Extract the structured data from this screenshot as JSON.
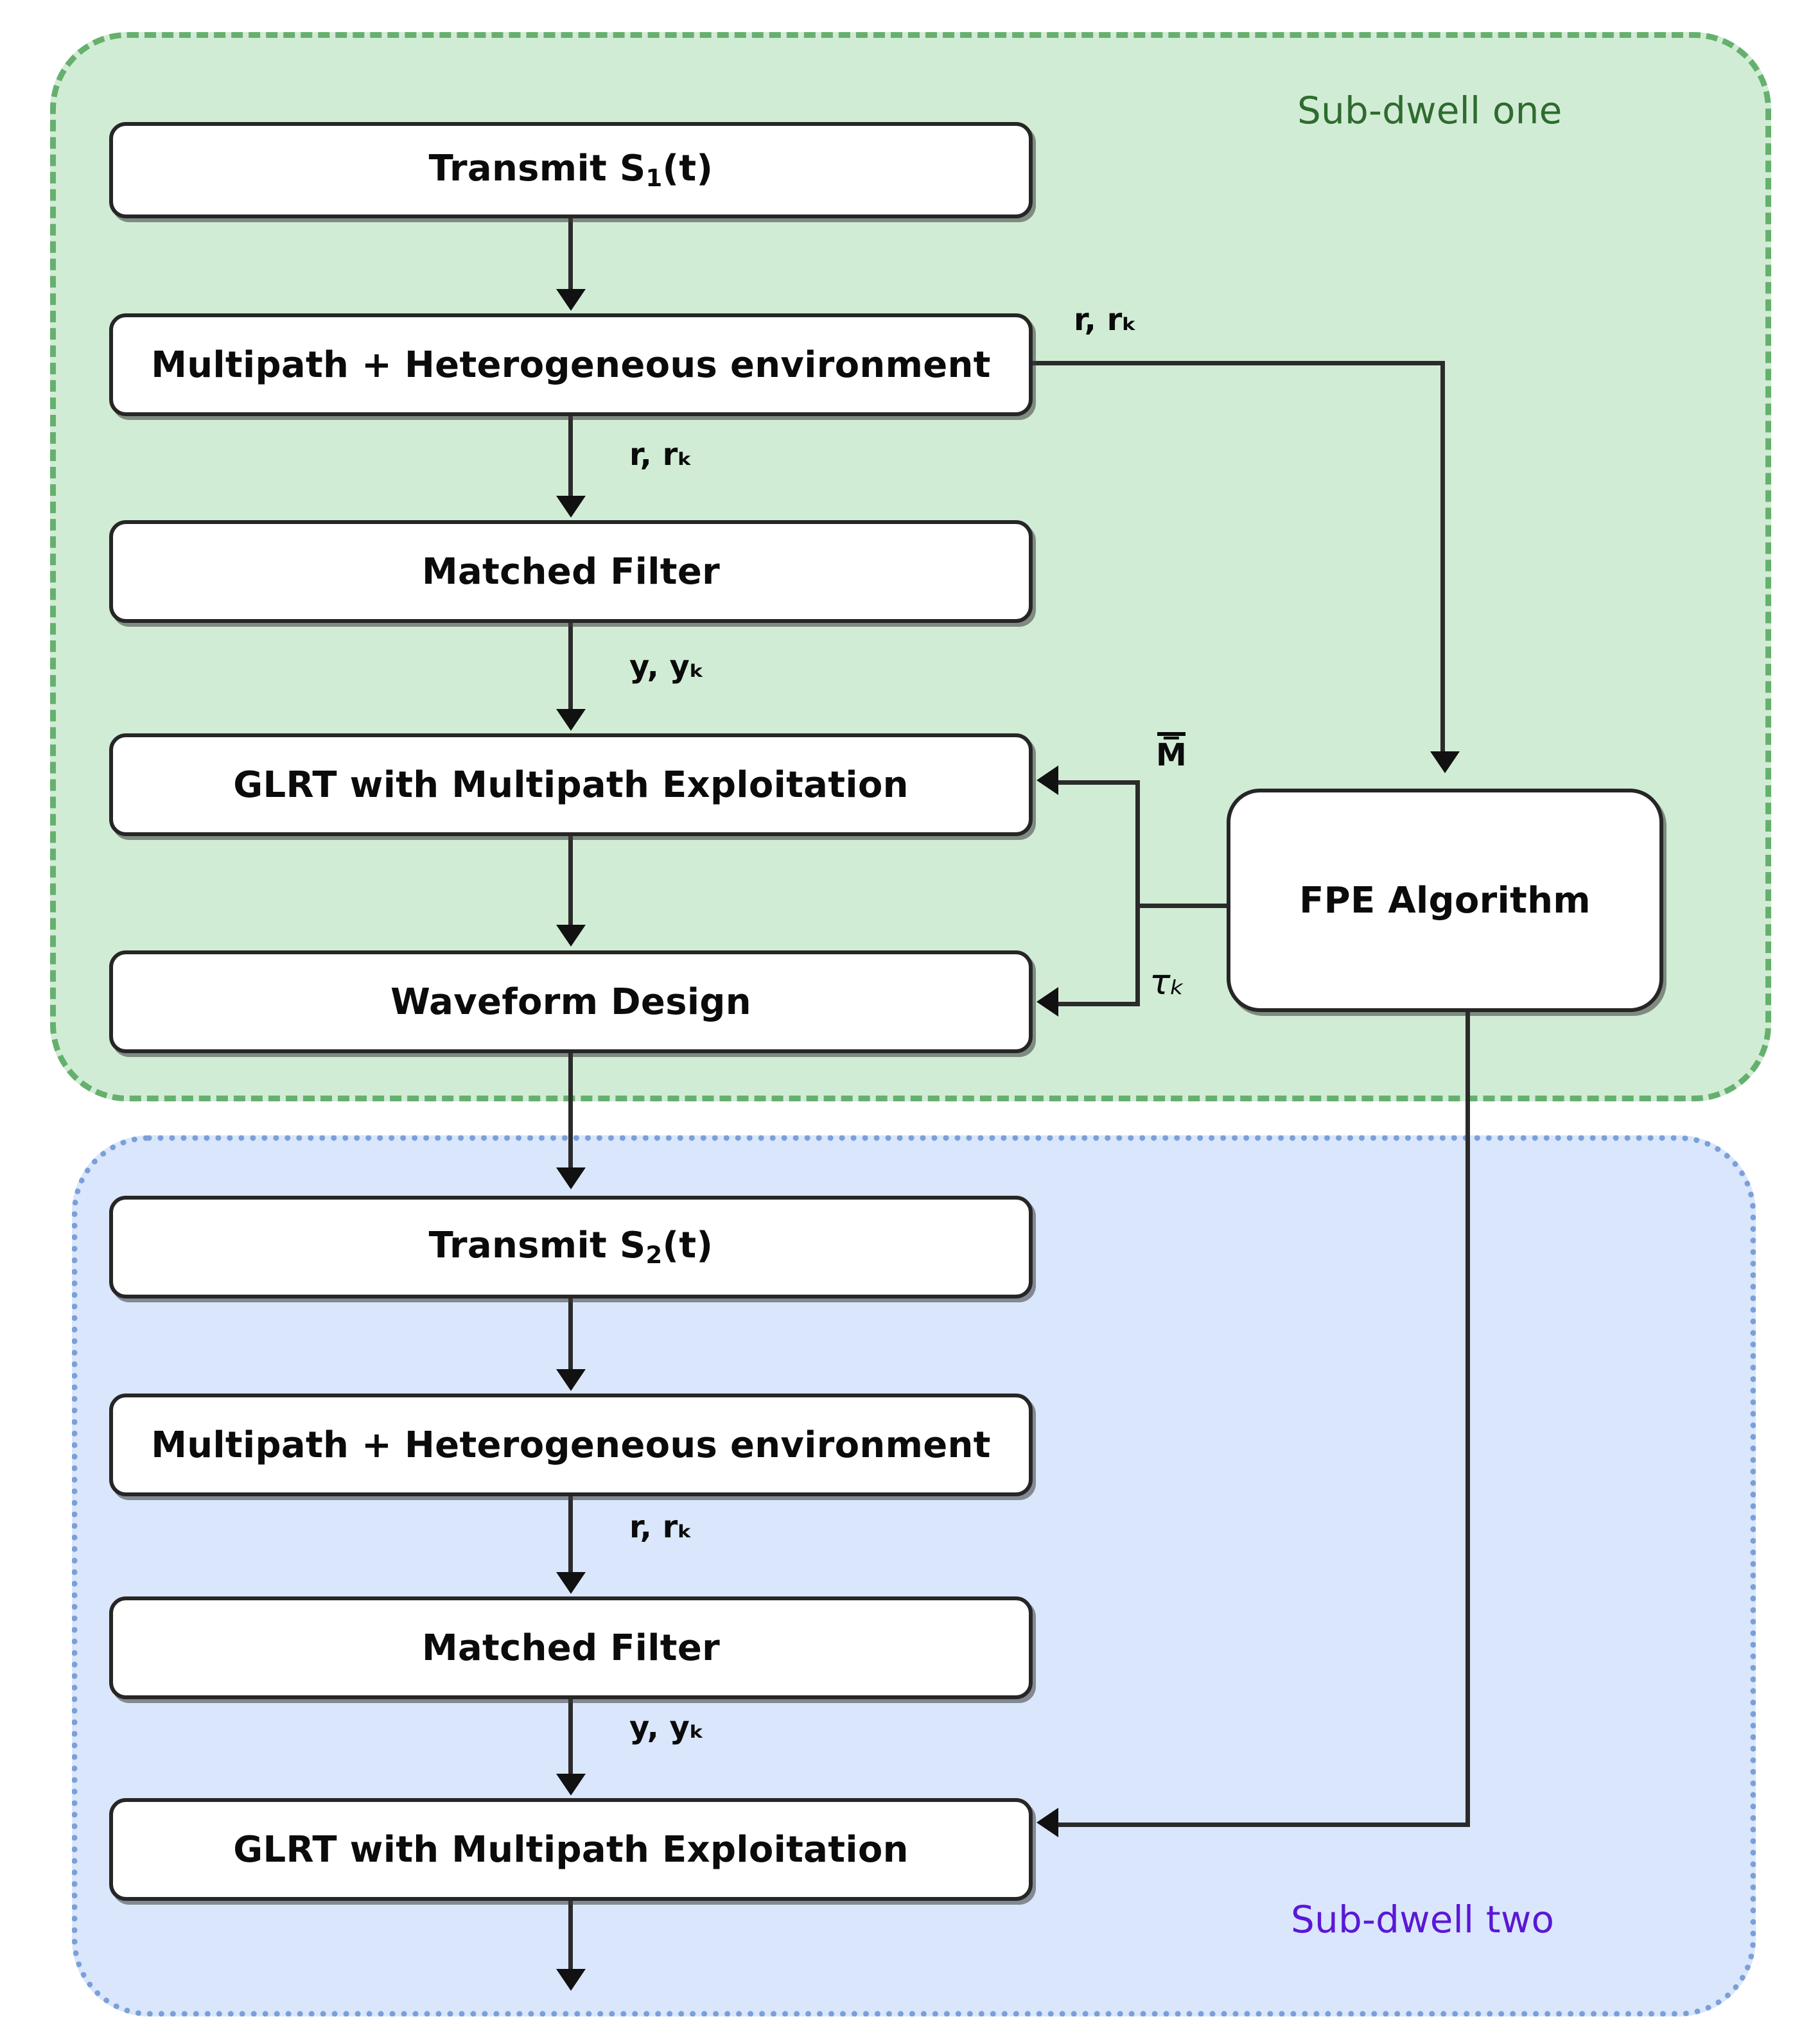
{
  "diagram": {
    "title": "Two sub-dwell cognitive radar processing flow",
    "colors": {
      "subdwell_one_fill": "#d1ecd5",
      "subdwell_one_border": "#66b06e",
      "subdwell_one_label": "#2f6b2f",
      "subdwell_two_fill": "#d9e6fb",
      "subdwell_two_border": "#7b9fd8",
      "subdwell_two_label": "#5b17d6",
      "node_fill": "#ffffff",
      "node_border": "#262626",
      "connector": "#2b2b2b"
    }
  },
  "panels": [
    {
      "id": "subdwell-one",
      "label": "Sub-dwell one"
    },
    {
      "id": "subdwell-two",
      "label": "Sub-dwell two"
    }
  ],
  "nodes": {
    "transmit_s1": "Transmit S₁(t)",
    "multipath_1": "Multipath + Heterogeneous environment",
    "matched_filter_1": "Matched Filter",
    "glrt_1": "GLRT with Multipath Exploitation",
    "waveform_design": "Waveform Design",
    "fpe": "FPE Algorithm",
    "transmit_s2": "Transmit S₂(t)",
    "multipath_2": "Multipath + Heterogeneous environment",
    "matched_filter_2": "Matched Filter",
    "glrt_2": "GLRT with Multipath Exploitation"
  },
  "edge_labels": {
    "r_rk_to_fpe": "r, rₖ",
    "r_rk_mf1": "r, rₖ",
    "y_yk_glrt1": "y, yₖ",
    "m_bar": "M̅",
    "tau_k": "τₖ",
    "r_rk_mf2": "r, rₖ",
    "y_yk_glrt2": "y, yₖ"
  },
  "flow": [
    {
      "from": "transmit_s1",
      "to": "multipath_1",
      "label": ""
    },
    {
      "from": "multipath_1",
      "to": "matched_filter_1",
      "label": "r, rₖ"
    },
    {
      "from": "multipath_1",
      "to": "fpe",
      "label": "r, rₖ"
    },
    {
      "from": "matched_filter_1",
      "to": "glrt_1",
      "label": "y, yₖ"
    },
    {
      "from": "glrt_1",
      "to": "waveform_design",
      "label": ""
    },
    {
      "from": "fpe",
      "to": "glrt_1",
      "label": "M̅"
    },
    {
      "from": "fpe",
      "to": "waveform_design",
      "label": "τₖ"
    },
    {
      "from": "waveform_design",
      "to": "transmit_s2",
      "label": ""
    },
    {
      "from": "transmit_s2",
      "to": "multipath_2",
      "label": ""
    },
    {
      "from": "multipath_2",
      "to": "matched_filter_2",
      "label": "r, rₖ"
    },
    {
      "from": "matched_filter_2",
      "to": "glrt_2",
      "label": "y, yₖ"
    },
    {
      "from": "fpe",
      "to": "glrt_2",
      "label": ""
    },
    {
      "from": "glrt_2",
      "to": "output",
      "label": ""
    }
  ]
}
